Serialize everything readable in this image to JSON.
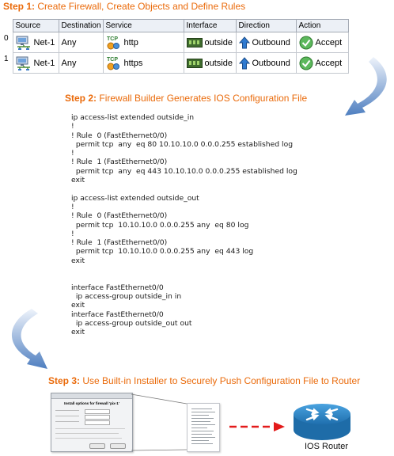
{
  "step1": {
    "label": "Step 1:",
    "text": "Create Firewall, Create Objects and Define Rules"
  },
  "step2": {
    "label": "Step 2:",
    "text": "Firewall Builder Generates IOS Configuration File"
  },
  "step3": {
    "label": "Step 3:",
    "text": "Use Built-in Installer to Securely Push Configuration File to Router"
  },
  "rules_table": {
    "columns": [
      "",
      "Source",
      "Destination",
      "Service",
      "Interface",
      "Direction",
      "Action"
    ],
    "rows": [
      {
        "num": "0",
        "source": "Net-1",
        "destination": "Any",
        "service": "http",
        "interface": "outside",
        "direction": "Outbound",
        "action": "Accept"
      },
      {
        "num": "1",
        "source": "Net-1",
        "destination": "Any",
        "service": "https",
        "interface": "outside",
        "direction": "Outbound",
        "action": "Accept"
      }
    ]
  },
  "config_text": "ip access-list extended outside_in\n!\n! Rule  0 (FastEthernet0/0)\n  permit tcp  any  eq 80 10.10.10.0 0.0.0.255 established log\n!\n! Rule  1 (FastEthernet0/0)\n  permit tcp  any  eq 443 10.10.10.0 0.0.0.255 established log\nexit\n\nip access-list extended outside_out\n!\n! Rule  0 (FastEthernet0/0)\n  permit tcp  10.10.10.0 0.0.0.255 any  eq 80 log\n!\n! Rule  1 (FastEthernet0/0)\n  permit tcp  10.10.10.0 0.0.0.255 any  eq 443 log\nexit\n\n\ninterface FastEthernet0/0\n  ip access-group outside_in in\nexit\ninterface FastEthernet0/0\n  ip access-group outside_out out\nexit",
  "installer_dialog": {
    "title": "Install options for firewall 'pix-1'"
  },
  "router_label": "IOS Router",
  "colors": {
    "accent": "#ea6a0a",
    "arrow_blue": "#4f7fc0",
    "transfer_arrow": "#e31b1b",
    "router_body": "#2d86c6"
  },
  "icons": {
    "source": "network-icon",
    "service": "tcp-icon",
    "interface": "interface-icon",
    "direction": "up-arrow-icon",
    "action": "accept-check-icon"
  }
}
